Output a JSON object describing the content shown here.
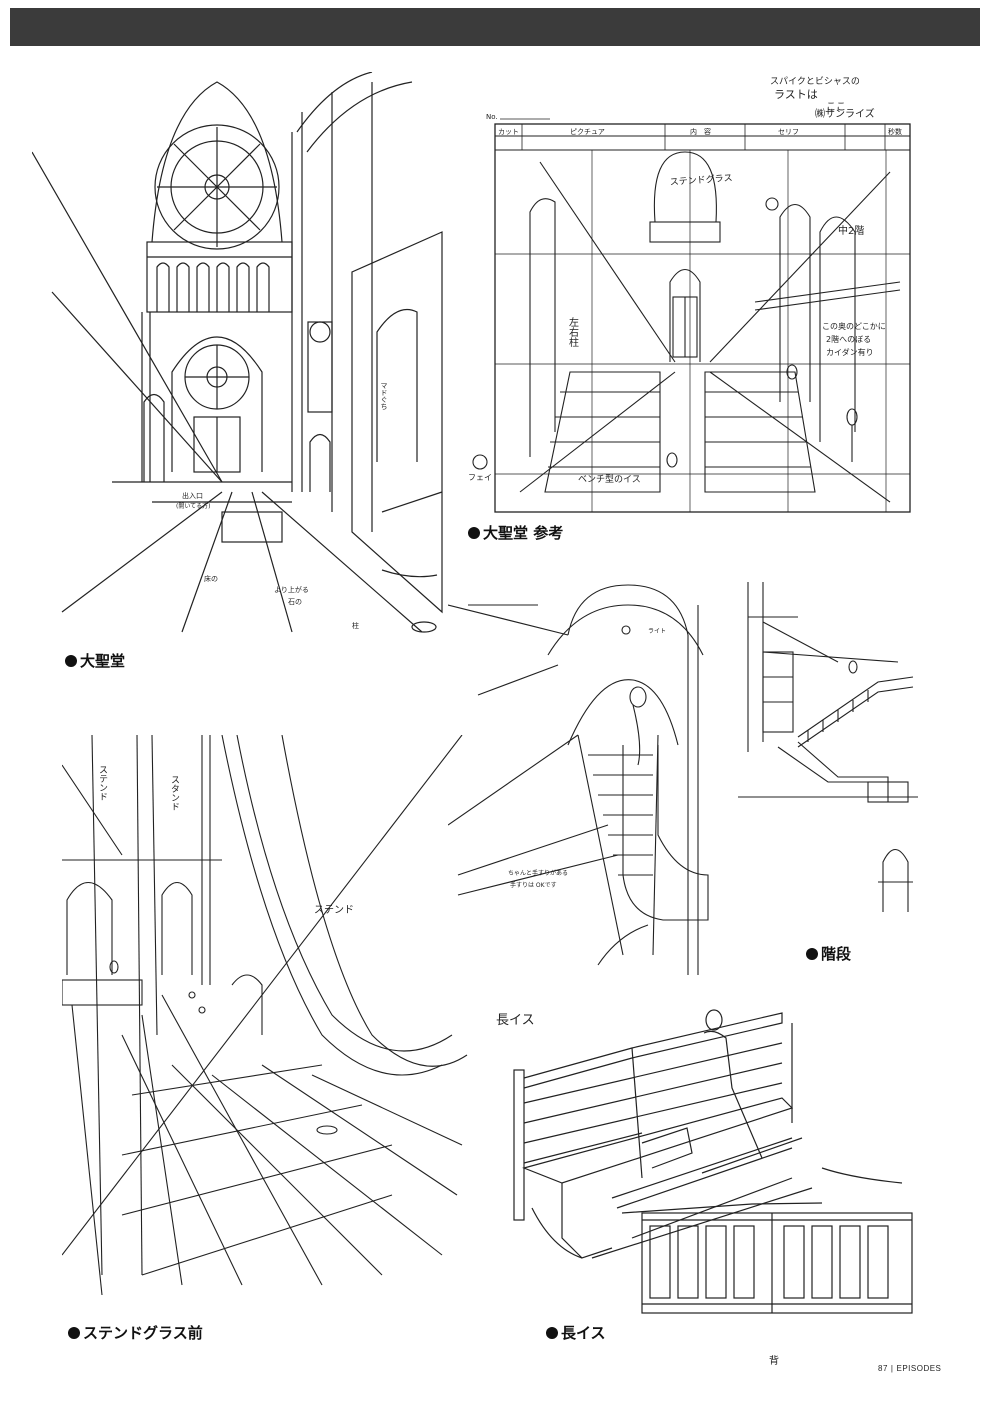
{
  "captions": {
    "cathedral": "大聖堂",
    "cathedral_reference": "大聖堂 参考",
    "stairs": "階段",
    "stained_glass_front": "ステンドグラス前",
    "bench": "長イス"
  },
  "storyboard": {
    "no_label": "No.",
    "company": "㈱サンライズ",
    "columns": [
      "カット",
      "ピクチュア",
      "内　容",
      "セリフ",
      "秒数"
    ],
    "note_top_1": "スパイクとビシャスの",
    "note_top_2": "ラストは",
    "note_top_3": "ここ",
    "label_stained": "ステンドグラス",
    "label_second_floor": "中2階",
    "label_side_1": "この奥のどこかに",
    "label_side_2": "2階へのぼる",
    "label_side_3": "カイダン有り",
    "label_pillars": "左右柱",
    "label_bench": "ベンチ型のイス",
    "label_corner": "フェイ"
  },
  "cathedral_notes": {
    "entrance": "出入口",
    "entrance_sub": "(開いてる方)",
    "floor": "床の",
    "raised": "より上がる",
    "raised_sub": "石の",
    "pillar": "柱",
    "vertical": "マドぐち"
  },
  "stairs_notes": {
    "light": "ライト",
    "handrail": "ちゃんと手すりがある",
    "handrail_sub": "手すりは OKです"
  },
  "stained_notes": {
    "center": "ステンド",
    "top_left": "ステンド",
    "top_right": "スタンド"
  },
  "bench_notes": {
    "title": "長イス",
    "stamp": "背"
  },
  "footer": {
    "page_number": "87",
    "section": "EPISODES"
  }
}
